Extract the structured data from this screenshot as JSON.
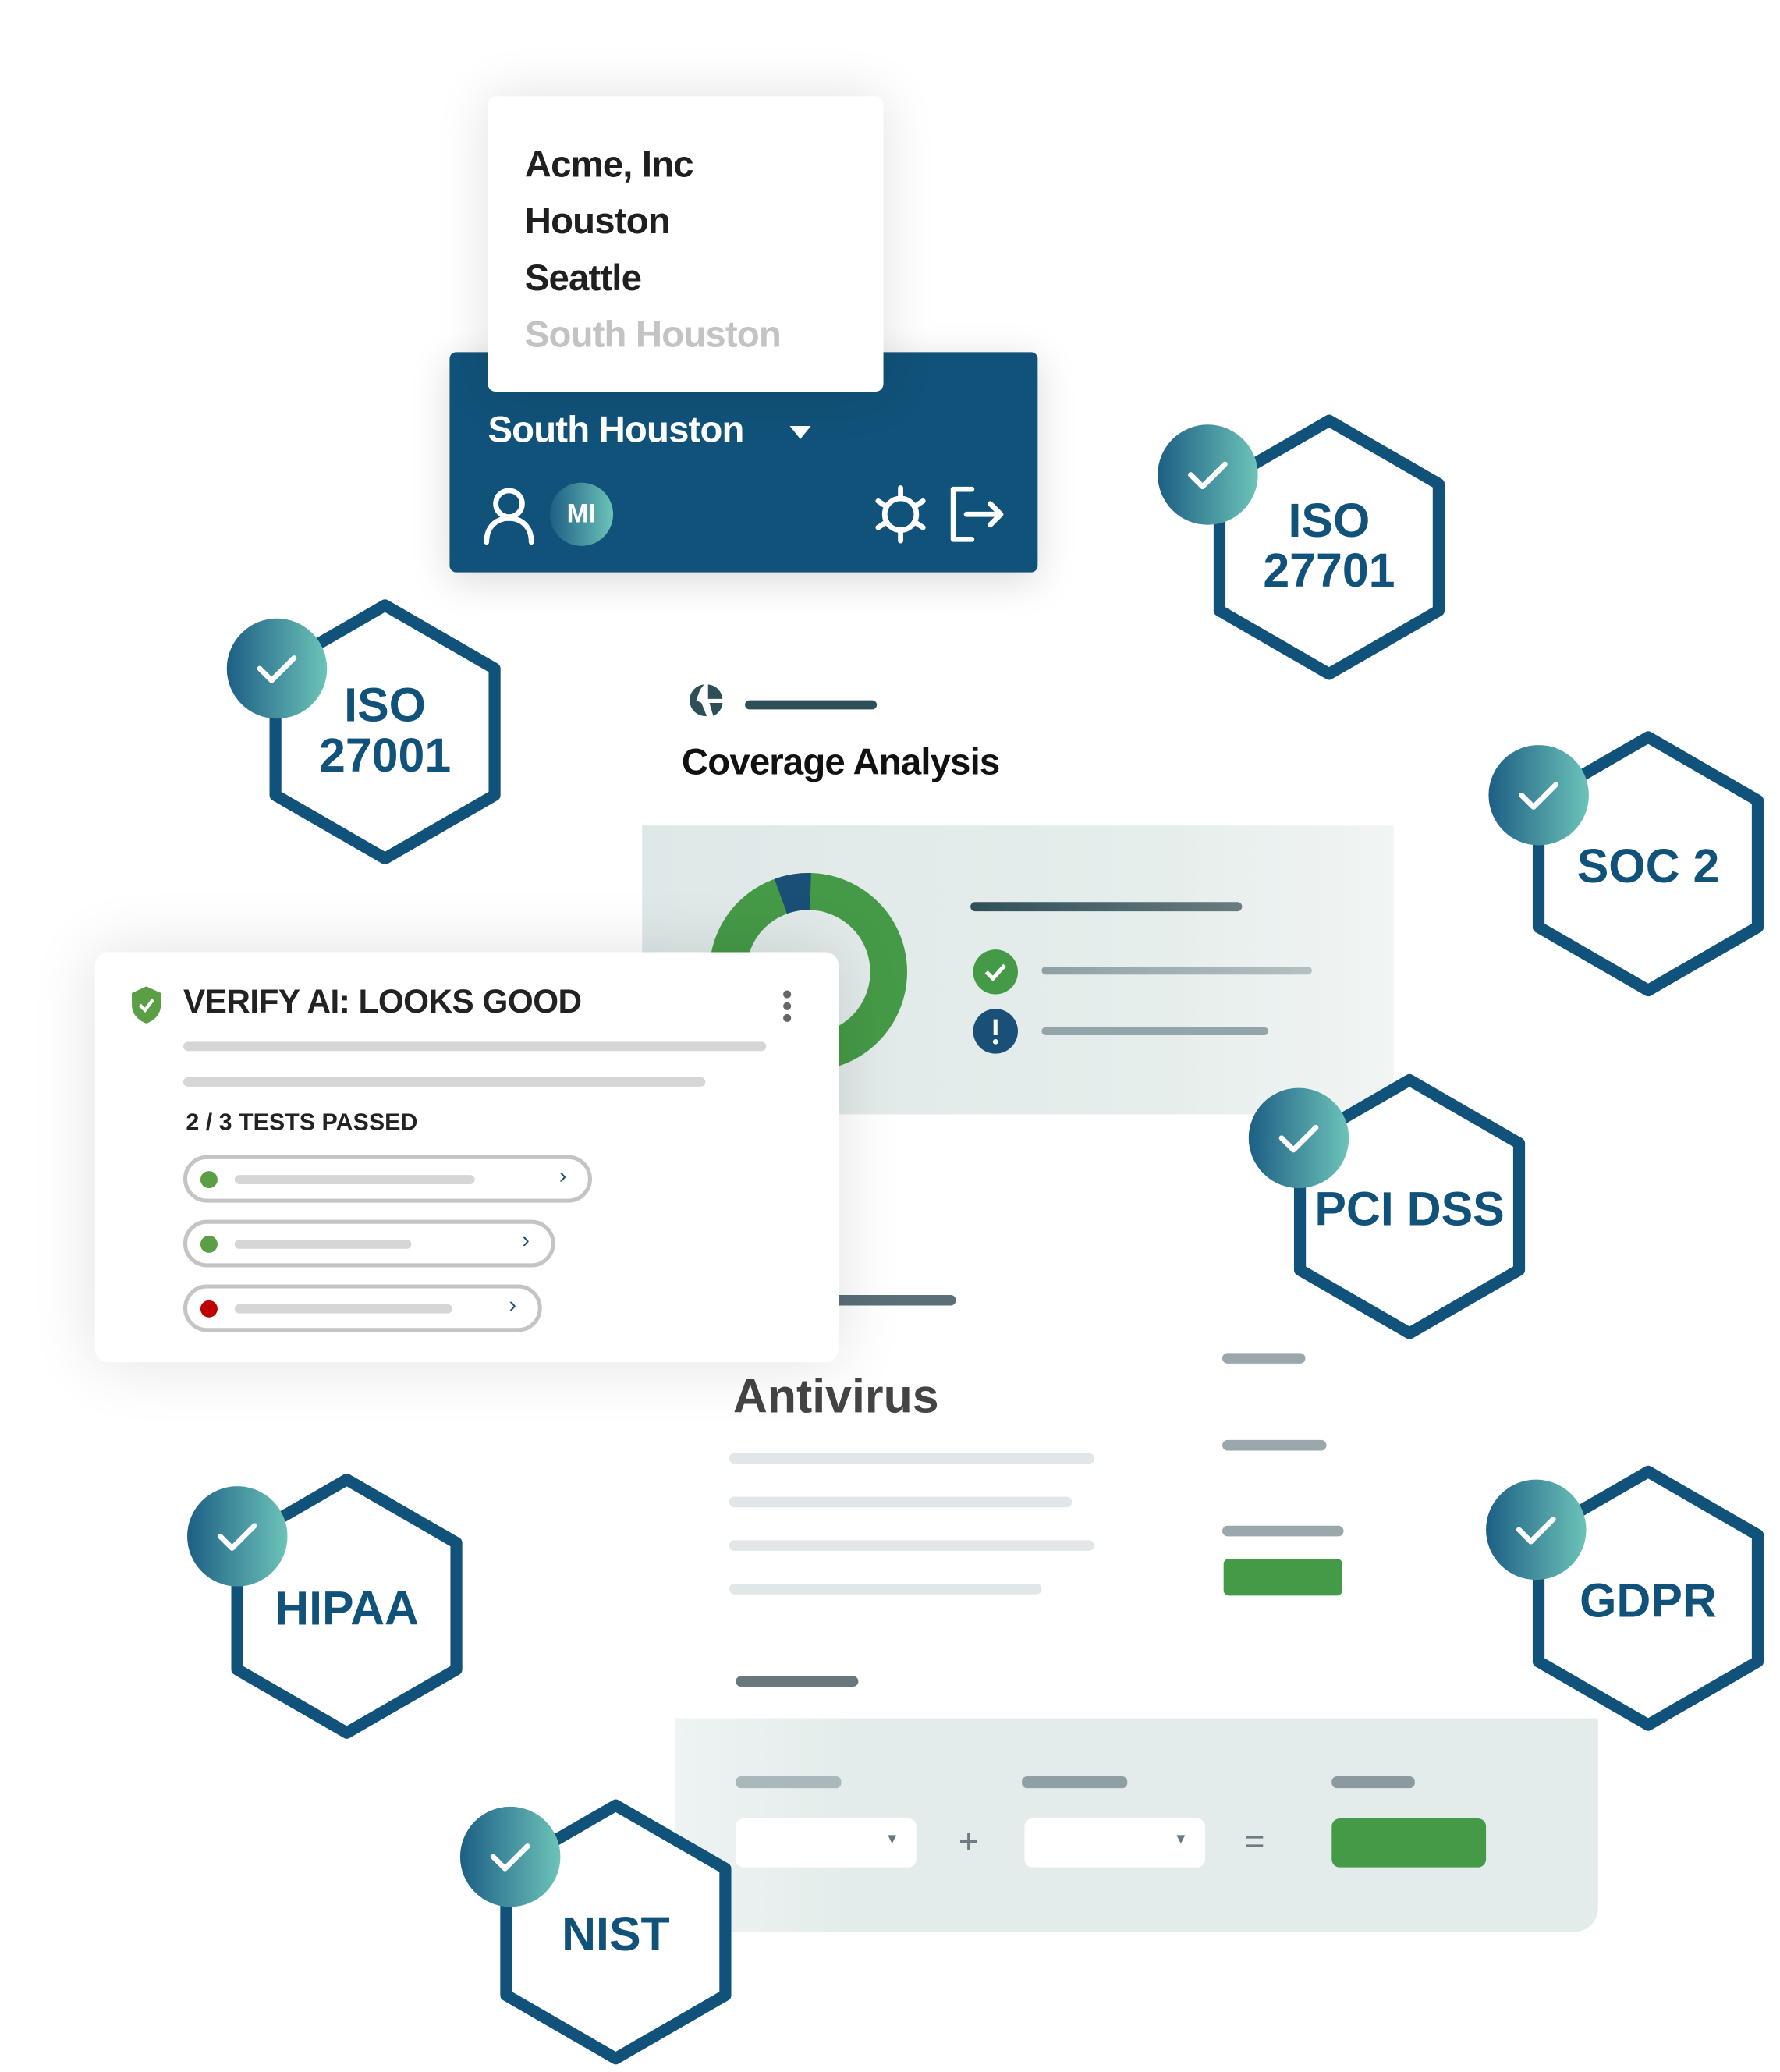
{
  "location_menu": {
    "items": [
      "Acme, Inc",
      "Houston",
      "Seattle",
      "South Houston"
    ],
    "disabled_item": "South Houston"
  },
  "header": {
    "current_location": "South Houston",
    "avatar_initials": "MI",
    "icons": [
      "user-icon",
      "settings-gear-icon",
      "logout-icon",
      "caret-down-icon"
    ]
  },
  "coverage": {
    "title": "Coverage Analysis",
    "donut": {
      "segments": [
        {
          "color": "#459a47",
          "fraction": 0.94
        },
        {
          "color": "#1a5078",
          "fraction": 0.06
        }
      ]
    },
    "status_icons": [
      "check-icon",
      "exclamation-icon"
    ]
  },
  "verify_card": {
    "title": "VERIFY AI: LOOKS GOOD",
    "tests_summary": "2 / 3 TESTS PASSED",
    "tests": [
      {
        "status": "pass",
        "color": "#5a9e45"
      },
      {
        "status": "pass",
        "color": "#5a9e45"
      },
      {
        "status": "fail",
        "color": "#c00000"
      }
    ]
  },
  "antivirus": {
    "title": "Antivirus"
  },
  "formula": {
    "plus": "+",
    "equals": "="
  },
  "badges": [
    {
      "label1": "ISO",
      "label2": "27701"
    },
    {
      "label1": "ISO",
      "label2": "27001"
    },
    {
      "label1": "SOC 2",
      "label2": ""
    },
    {
      "label1": "PCI DSS",
      "label2": ""
    },
    {
      "label1": "HIPAA",
      "label2": ""
    },
    {
      "label1": "GDPR",
      "label2": ""
    },
    {
      "label1": "NIST",
      "label2": ""
    }
  ],
  "colors": {
    "navy": "#11527a",
    "green": "#459a47",
    "panel": "#e4eceb",
    "teal": "#6cc3b8"
  }
}
